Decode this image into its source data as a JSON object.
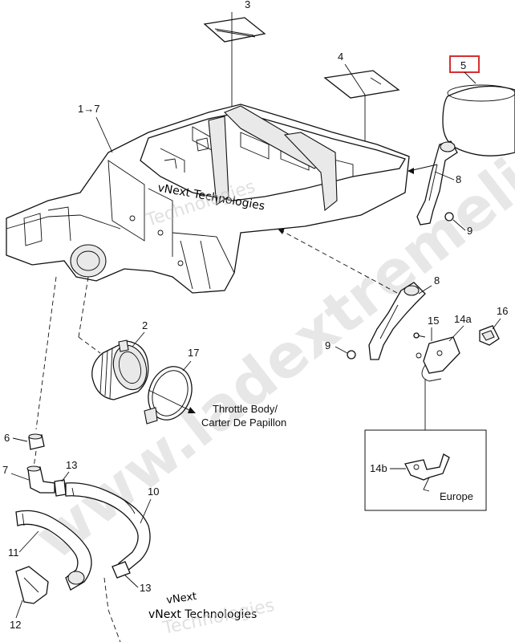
{
  "callouts": {
    "c3": "3",
    "c4": "4",
    "c5": "5",
    "c1to7": "1→7",
    "c8a": "8",
    "c8b": "8",
    "c9a": "9",
    "c9b": "9",
    "c2": "2",
    "c17": "17",
    "c15": "15",
    "c14a": "14a",
    "c16": "16",
    "c6": "6",
    "c7": "7",
    "c13a": "13",
    "c13b": "13",
    "c10": "10",
    "c11": "11",
    "c12": "12",
    "c14b": "14b"
  },
  "labels": {
    "throttle_line1": "Throttle Body/",
    "throttle_line2": "Carter De Papillon",
    "europe": "Europe"
  },
  "watermarks": {
    "vnext_center": "vNext Technologies",
    "vnext_bottom_1": "vNext",
    "vnext_bottom_2": "vNext Technologies",
    "diagonal_url": "www.ladextremeli.ru",
    "tech_overlay": "Technologies"
  },
  "highlight_color": "#d62f2f"
}
